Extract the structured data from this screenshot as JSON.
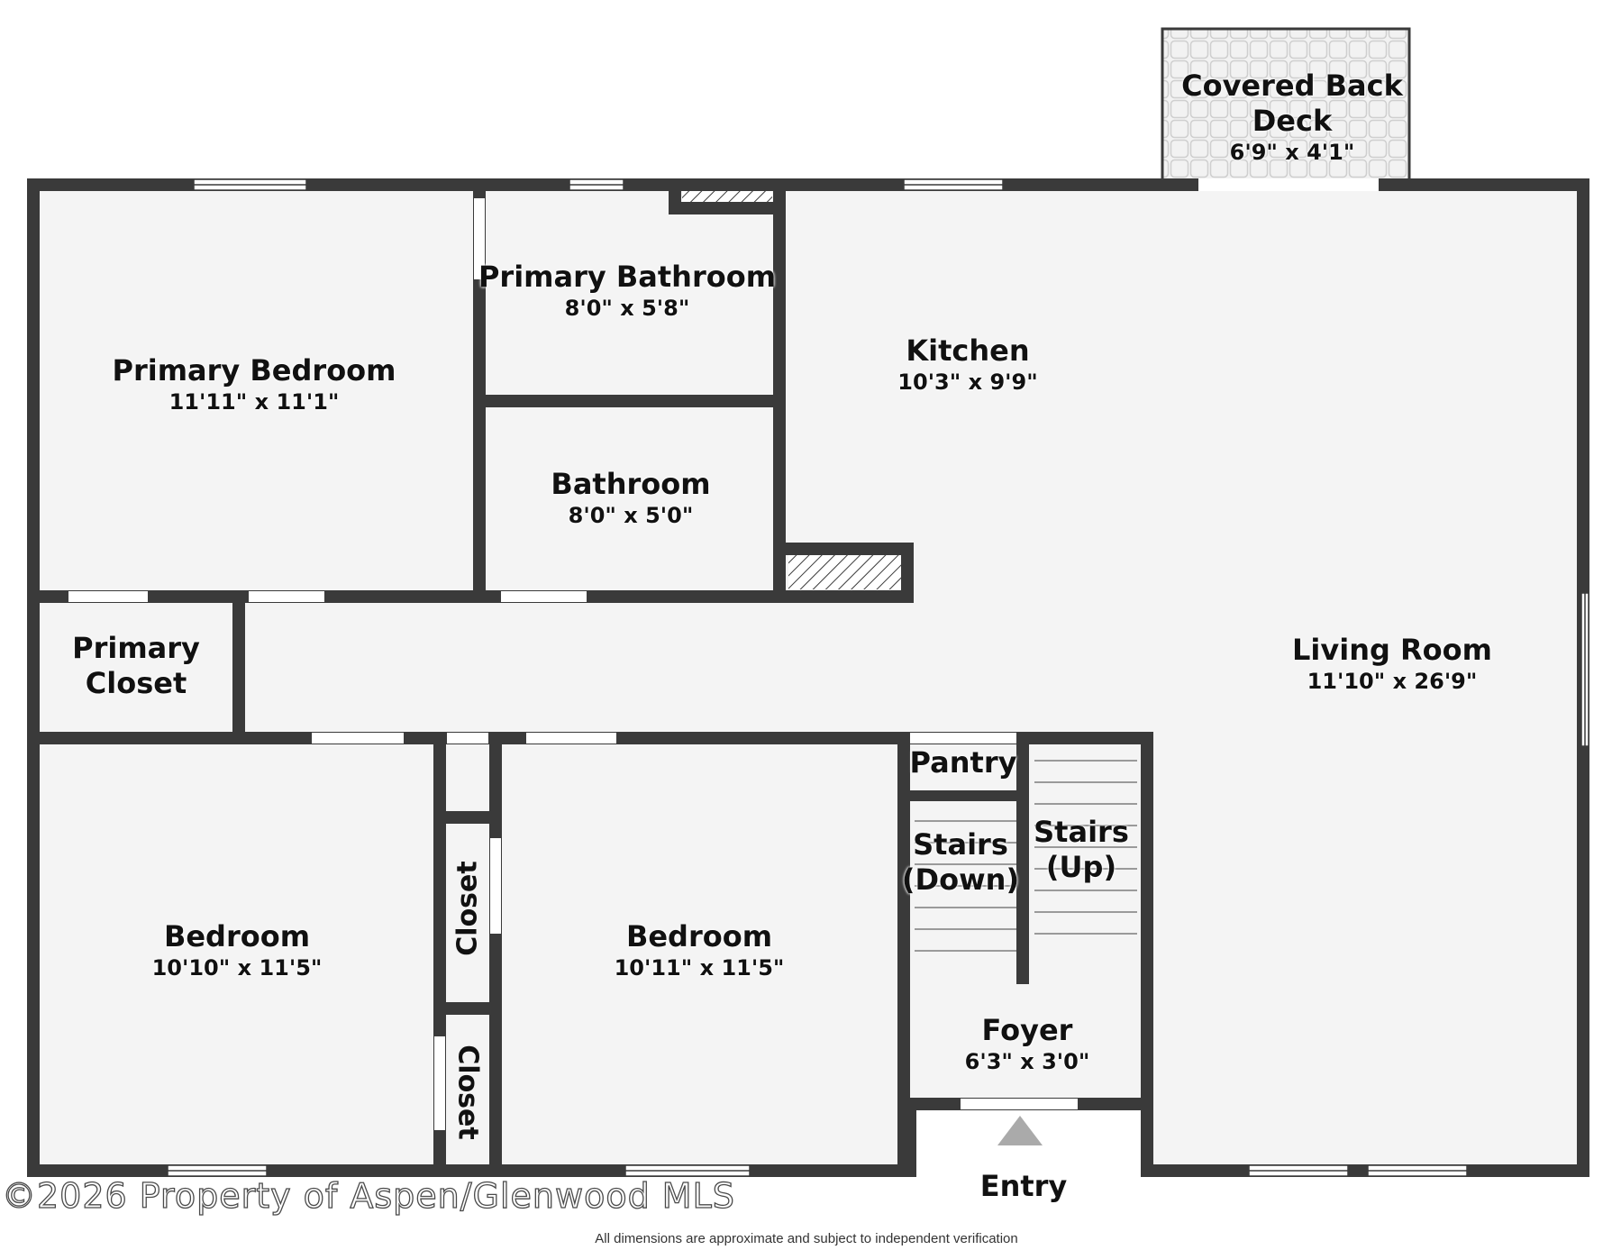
{
  "rooms": {
    "covered_back_deck": {
      "name_line1": "Covered Back",
      "name_line2": "Deck",
      "dimensions": "6'9\" x 4'1\""
    },
    "primary_bedroom": {
      "name": "Primary Bedroom",
      "dimensions": "11'11\" x 11'1\""
    },
    "primary_bathroom": {
      "name": "Primary Bathroom",
      "dimensions": "8'0\" x 5'8\""
    },
    "bathroom": {
      "name": "Bathroom",
      "dimensions": "8'0\" x 5'0\""
    },
    "kitchen": {
      "name": "Kitchen",
      "dimensions": "10'3\" x 9'9\""
    },
    "living_room": {
      "name": "Living Room",
      "dimensions": "11'10\" x 26'9\""
    },
    "primary_closet": {
      "name_line1": "Primary",
      "name_line2": "Closet"
    },
    "bedroom_left": {
      "name": "Bedroom",
      "dimensions": "10'10\" x 11'5\""
    },
    "bedroom_right": {
      "name": "Bedroom",
      "dimensions": "10'11\" x 11'5\""
    },
    "closet_upper": {
      "name": "Closet"
    },
    "closet_lower": {
      "name": "Closet"
    },
    "pantry": {
      "name": "Pantry"
    },
    "stairs_down": {
      "name_line1": "Stairs",
      "name_line2": "(Down)"
    },
    "stairs_up": {
      "name_line1": "Stairs",
      "name_line2": "(Up)"
    },
    "foyer": {
      "name": "Foyer",
      "dimensions": "6'3\" x 3'0\""
    }
  },
  "entry_label": "Entry",
  "watermark": "©2026 Property of Aspen/Glenwood MLS",
  "disclaimer": "All dimensions are approximate and subject to independent verification",
  "colors": {
    "wall": "#3a3a3a",
    "floor": "#f4f4f4",
    "window": "#ffffff",
    "entry_arrow": "#aaaaaa"
  }
}
